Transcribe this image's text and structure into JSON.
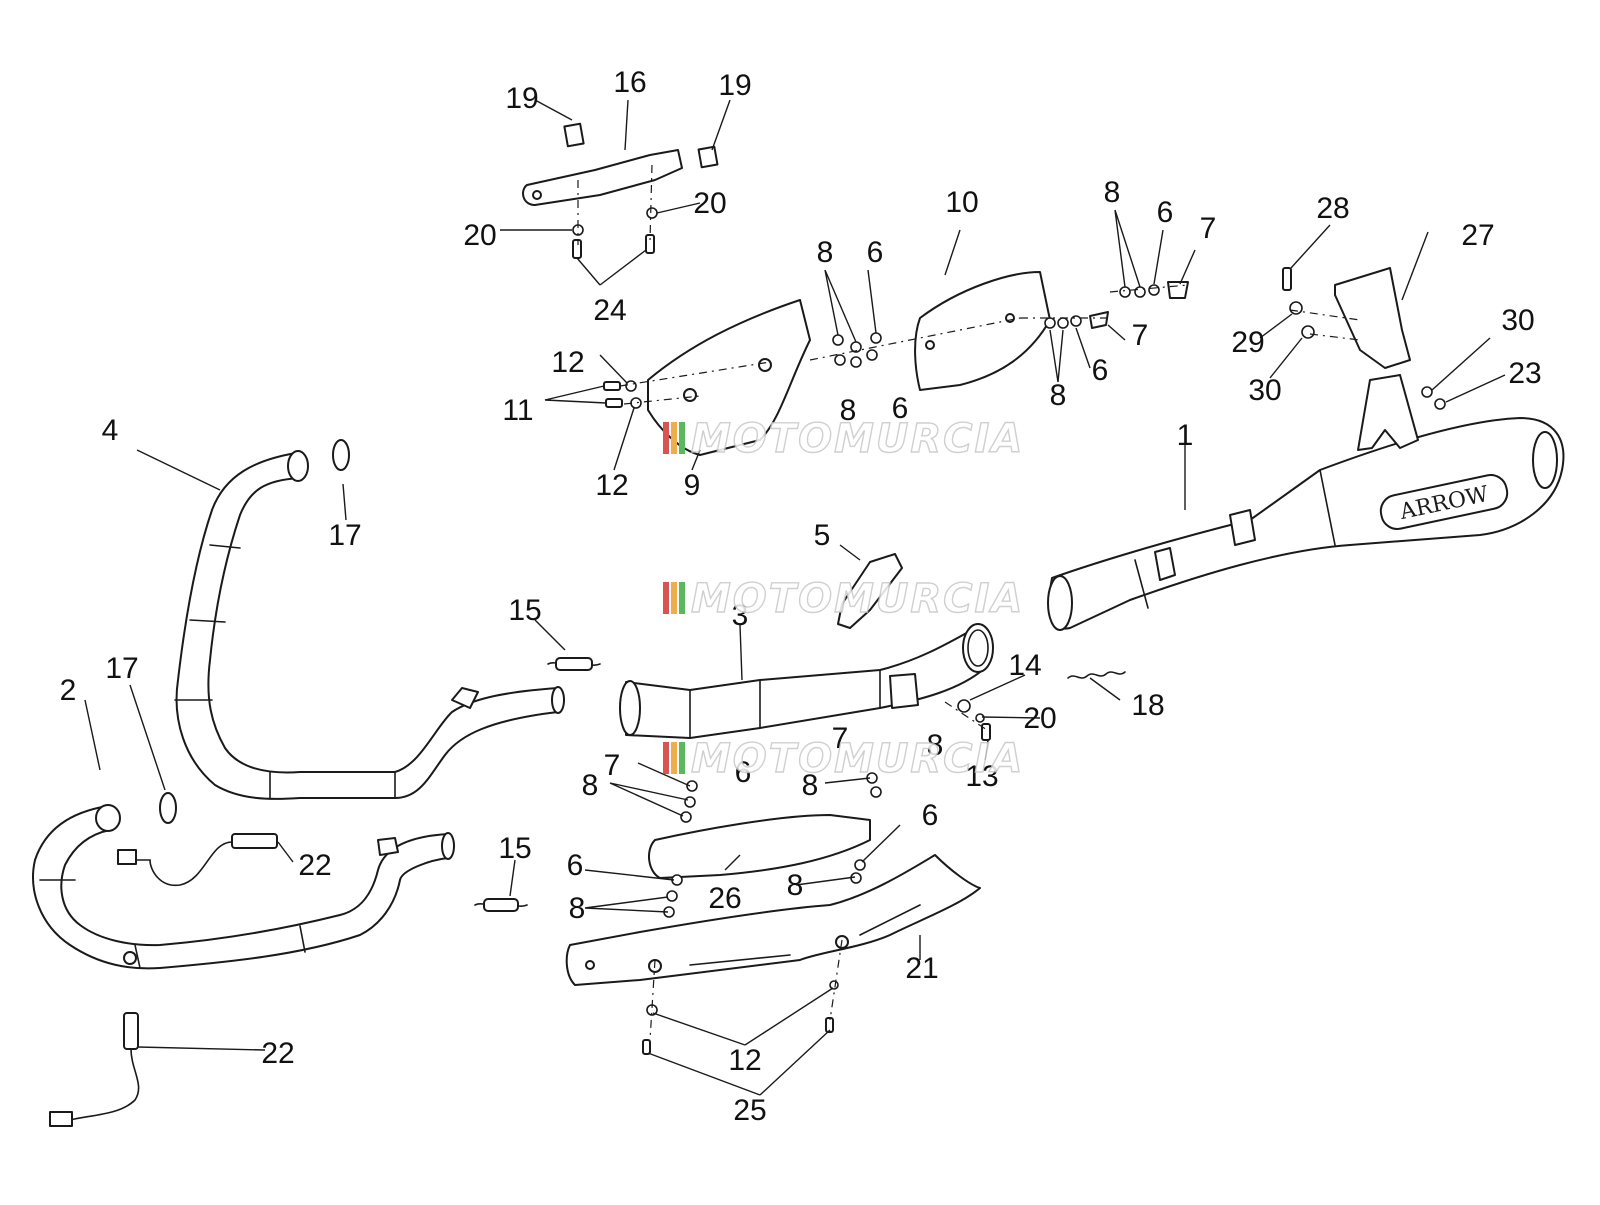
{
  "diagram": {
    "type": "exploded-parts-diagram",
    "watermark": {
      "text": "MOTOMURCIA",
      "colors": [
        "#d9534f",
        "#f0ad4e",
        "#5cb85c"
      ]
    },
    "brand_plate": "ARROW",
    "callouts": {
      "c1": "1",
      "c2": "2",
      "c3": "3",
      "c4": "4",
      "c5": "5",
      "c6a": "6",
      "c6b": "6",
      "c6c": "6",
      "c6d": "6",
      "c6e": "6",
      "c6f": "6",
      "c6g": "6",
      "c7a": "7",
      "c7b": "7",
      "c7c": "7",
      "c7d": "7",
      "c8a": "8",
      "c8b": "8",
      "c8c": "8",
      "c8d": "8",
      "c8e": "8",
      "c8f": "8",
      "c8g": "8",
      "c8h": "8",
      "c8i": "8",
      "c9": "9",
      "c10": "10",
      "c11": "11",
      "c12a": "12",
      "c12b": "12",
      "c12c": "12",
      "c13": "13",
      "c14": "14",
      "c15a": "15",
      "c15b": "15",
      "c16": "16",
      "c17a": "17",
      "c17b": "17",
      "c18": "18",
      "c19a": "19",
      "c19b": "19",
      "c20a": "20",
      "c20b": "20",
      "c20c": "20",
      "c21": "21",
      "c22a": "22",
      "c22b": "22",
      "c23": "23",
      "c24": "24",
      "c25": "25",
      "c26": "26",
      "c27": "27",
      "c28": "28",
      "c29": "29",
      "c30a": "30",
      "c30b": "30"
    }
  }
}
